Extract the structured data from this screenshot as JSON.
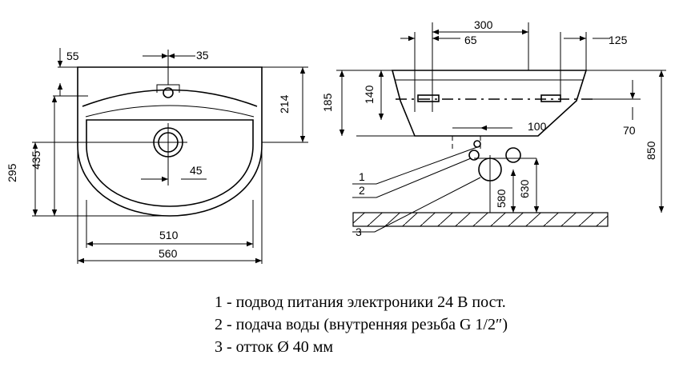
{
  "dimensions": {
    "top_view": {
      "d55": "55",
      "d35": "35",
      "d214": "214",
      "d295": "295",
      "d435": "435",
      "d45": "45",
      "d510": "510",
      "d560": "560"
    },
    "side_view": {
      "d300": "300",
      "d65": "65",
      "d125": "125",
      "d185": "185",
      "d140": "140",
      "d100": "100",
      "d70": "70",
      "d850": "850",
      "d580": "580",
      "d630": "630"
    }
  },
  "callouts": [
    "1",
    "2",
    "3"
  ],
  "legend": [
    "1 - подвод питания электроники 24 В пост.",
    "2 - подача воды (внутренняя резьба G 1/2″)",
    "3 - отток Ø 40 мм"
  ]
}
